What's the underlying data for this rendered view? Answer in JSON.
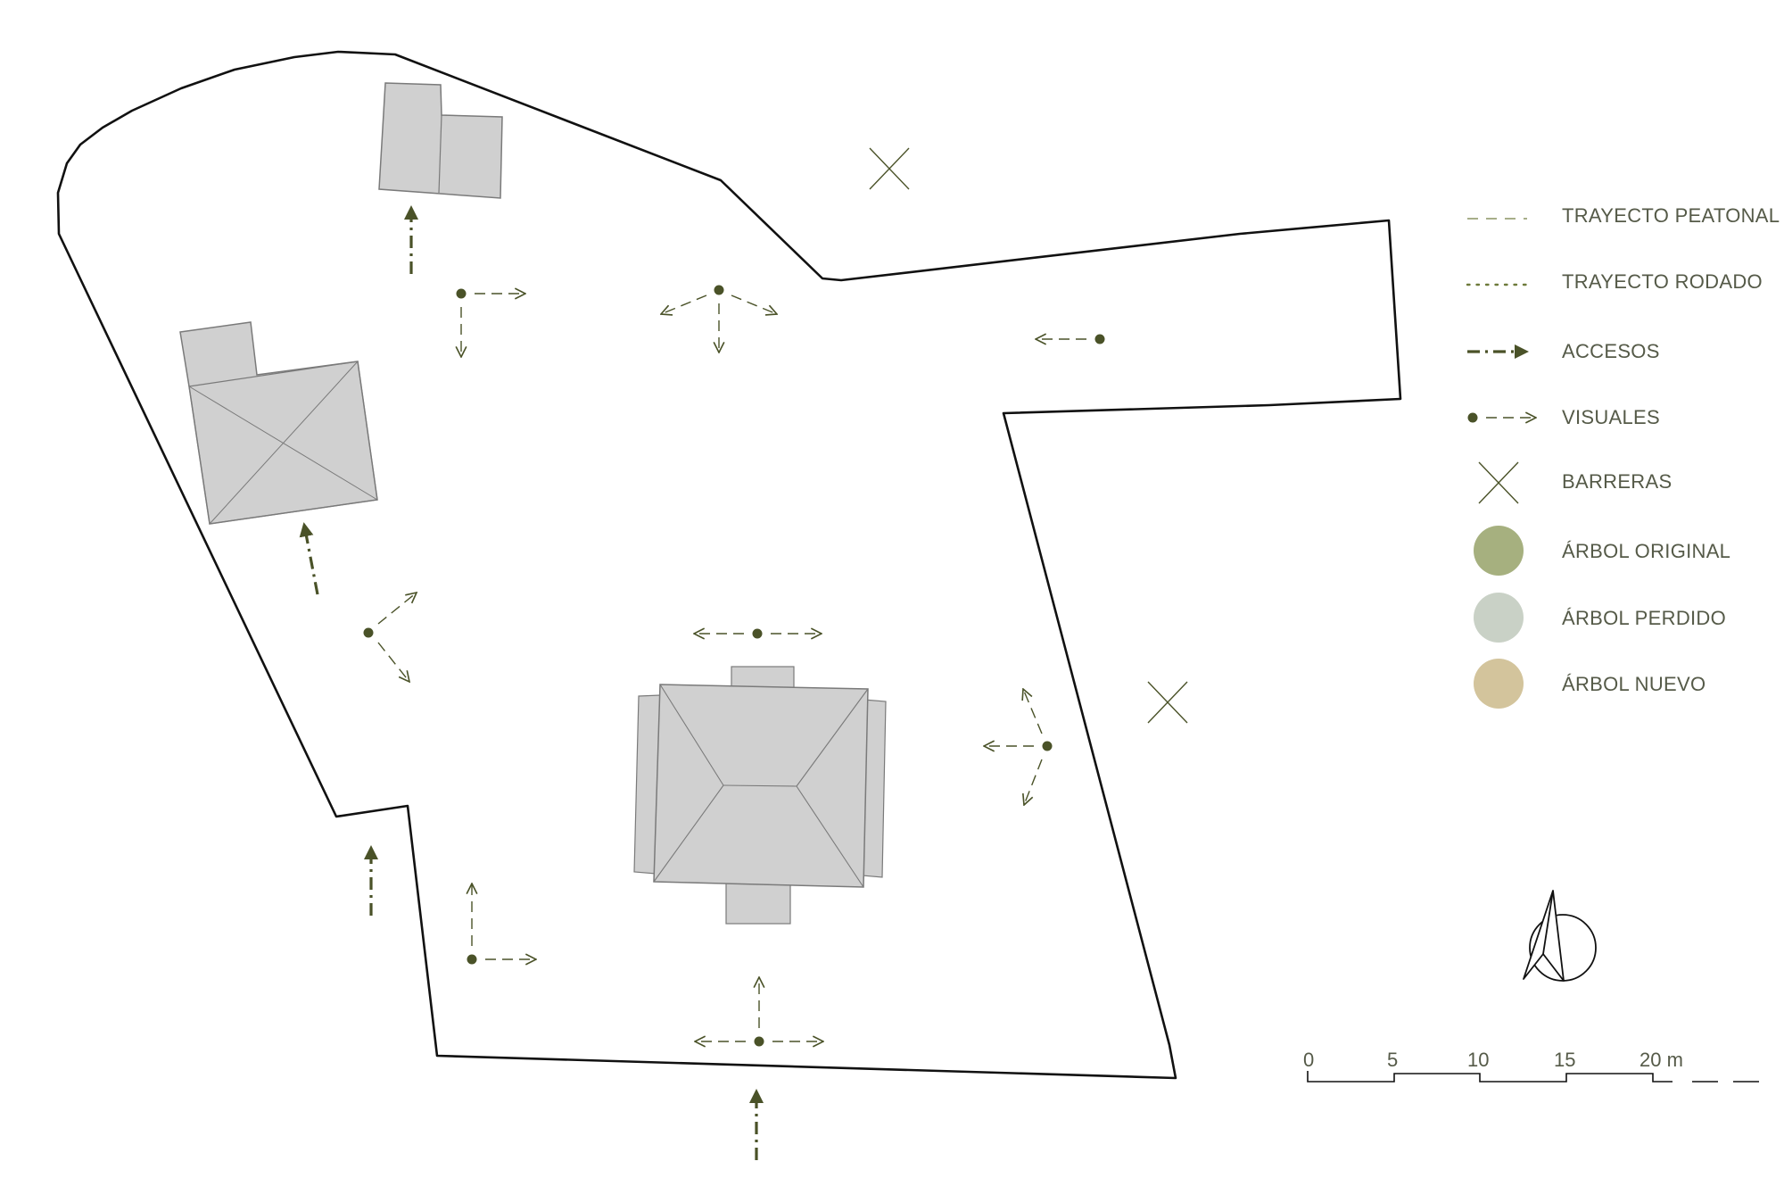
{
  "colors": {
    "boundary": "#111111",
    "building_fill": "#d0d0d0",
    "building_stroke": "#7a7a7a",
    "symbol": "#4a5228",
    "arbol_original": "#a6b07f",
    "arbol_perdido": "#c9d1c6",
    "arbol_nuevo": "#d3c49c"
  },
  "legend": {
    "items": [
      {
        "key": "trayecto_peatonal",
        "label": "TRAYECTO PEATONAL",
        "icon": "dashed-line-icon"
      },
      {
        "key": "trayecto_rodado",
        "label": "TRAYECTO RODADO",
        "icon": "dotted-line-icon"
      },
      {
        "key": "accesos",
        "label": "ACCESOS",
        "icon": "dash-dot-arrow-icon"
      },
      {
        "key": "visuales",
        "label": "VISUALES",
        "icon": "dot-dashed-arrow-icon"
      },
      {
        "key": "barreras",
        "label": "BARRERAS",
        "icon": "x-cross-icon"
      },
      {
        "key": "arbol_original",
        "label": "ÁRBOL ORIGINAL",
        "icon": "circle-icon"
      },
      {
        "key": "arbol_perdido",
        "label": "ÁRBOL PERDIDO",
        "icon": "circle-icon"
      },
      {
        "key": "arbol_nuevo",
        "label": "ÁRBOL NUEVO",
        "icon": "circle-icon"
      }
    ]
  },
  "scale_bar": {
    "ticks": [
      "0",
      "5",
      "10",
      "15",
      "20 m"
    ]
  },
  "north_arrow": {
    "icon": "north-arrow-icon"
  }
}
